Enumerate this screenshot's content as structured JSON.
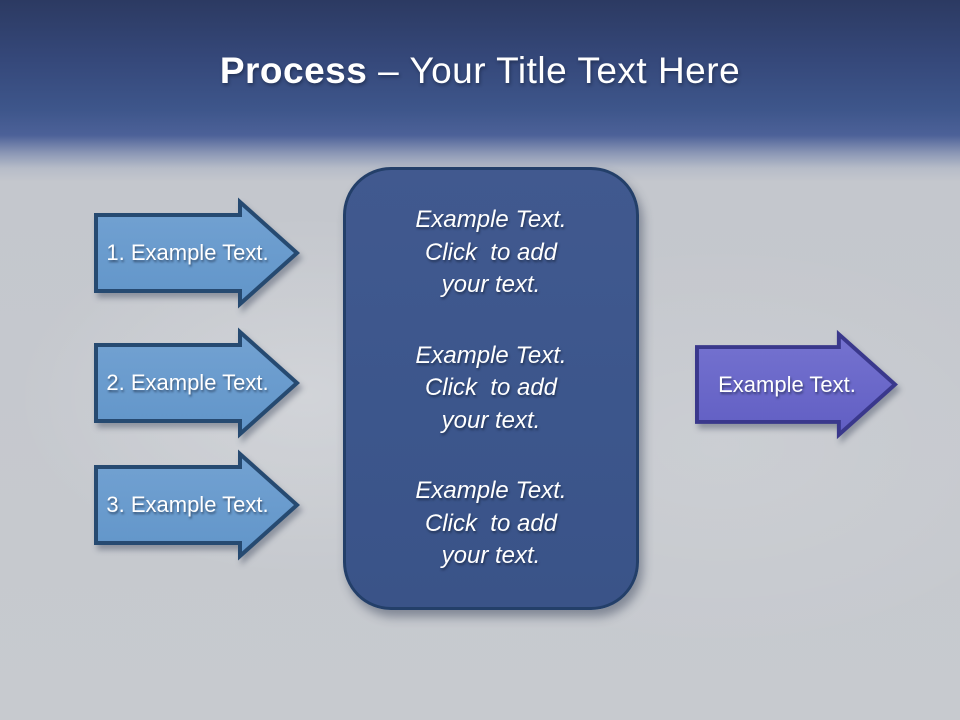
{
  "slide": {
    "title": {
      "bold": "Process",
      "rest": "– Your Title Text Here"
    },
    "left_arrows": [
      {
        "label": "1. Example Text."
      },
      {
        "label": "2. Example Text."
      },
      {
        "label": "3. Example Text."
      }
    ],
    "center_panel": {
      "placeholders": [
        "Example Text.\nClick  to add\nyour text.",
        "Example Text.\nClick  to add\nyour text.",
        "Example Text.\nClick  to add\nyour text."
      ]
    },
    "right_arrow": {
      "label": "Example Text."
    }
  },
  "colors": {
    "banner_top": "#2c3a62",
    "banner_blue": "#3e568b",
    "background_gray": "#c7cacf",
    "step_arrow_fill_top": "#73a2d2",
    "step_arrow_fill_bottom": "#6195c9",
    "step_arrow_border": "#264a71",
    "panel_fill": "#3c568c",
    "panel_border": "#233f69",
    "output_arrow_fill_top": "#7573d0",
    "output_arrow_fill_bottom": "#615ec3",
    "output_arrow_border": "#3a388c",
    "text_color": "#ffffff"
  }
}
